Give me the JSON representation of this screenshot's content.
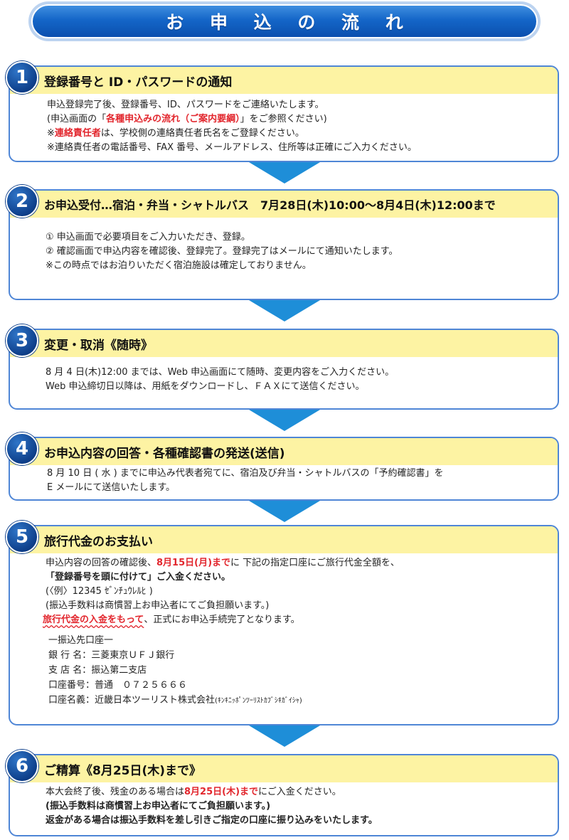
{
  "title": "お 申 込 の 流 れ",
  "s1": {
    "num": "1",
    "header": "登録番号と ID・パスワードの通知",
    "l1": "申込登録完了後、登録番号、ID、パスワードをご連絡いたします。",
    "l2a": "(申込画面の「",
    "l2b": "各種申込みの流れ（ご案内要綱）",
    "l2c": "」をご参照ください)",
    "l3a": "※",
    "l3b": "連絡責任者",
    "l3c": "は、学校側の連絡責任者氏名をご登録ください。",
    "l4": "※連絡責任者の電話番号、FAX 番号、メールアドレス、住所等は正確にご入力ください。"
  },
  "s2": {
    "num": "2",
    "header": "お申込受付…宿泊・弁当・シャトルバス　7月28日(木)10:00～8月4日(木)12:00まで",
    "l1": "① 申込画面で必要項目をご入力いただき、登録。",
    "l2": "② 確認画面で申込内容を確認後、登録完了。登録完了はメールにて通知いたします。",
    "l3": "※この時点ではお泊りいただく宿泊施設は確定しておりません。"
  },
  "s3": {
    "num": "3",
    "header": "変更・取消《随時》",
    "l1": "8 月 4 日(木)12:00 までは、Web 申込画面にて随時、変更内容をご入力ください。",
    "l2": "Web 申込締切日以降は、用紙をダウンロードし、ＦＡＸにて送信ください。"
  },
  "s4": {
    "num": "4",
    "header": "お申込内容の回答・各種確認書の発送(送信)",
    "l1": "8 月 10 日 ( 水 ) までに申込み代表者宛てに、宿泊及び弁当・シャトルバスの「予約確認書」を",
    "l2": "E メールにて送信いたします。"
  },
  "s5": {
    "num": "5",
    "header": "旅行代金のお支払い",
    "l1a": "申込内容の回答の確認後、",
    "l1b": "8月15日(月)まで",
    "l1c": "に 下記の指定口座にご旅行代金全額を、",
    "l2": "「登録番号を頭に付けて」ご入金ください。",
    "l3": "(〈例〉12345 ｾﾞﾝﾁｭｳﾚﾙﾋ )",
    "l4": "(振込手数料は商慣習上お申込者にてご負担願います。)",
    "l5a": "旅行代金の入金をもって",
    "l5b": "、正式にお申込手続完了となります。",
    "acct_title": "一振込先口座一",
    "bank": "銀 行 名：三菱東京ＵＦＪ銀行",
    "branch": "支 店 名：振込第二支店",
    "number": "口座番号：普通　０７２５６６６",
    "holder_a": "口座名義：近畿日本ツーリスト株式会社",
    "holder_b": "(ｷﾝｷﾆｯﾎﾟﾝﾂｰﾘｽﾄｶﾌﾞｼｷｶﾞｲｼｬ)"
  },
  "s6": {
    "num": "6",
    "header": "ご精算《8月25日(木)まで》",
    "l1a": "本大会終了後、残金のある場合は",
    "l1b": "8月25日(木)まで",
    "l1c": "にご入金ください。",
    "l2": "(振込手数料は商慣習上お申込者にてご負担願います。)",
    "l3": "返金がある場合は振込手数料を差し引きご指定の口座に振り込みをいたします。"
  },
  "colors": {
    "banner": "#1466c8",
    "border": "#4f86d6",
    "header_bg": "#fdf3a3",
    "arrow": "#1e8ed8",
    "accent_red": "#e2262d",
    "circle": "#0e3f8a"
  }
}
